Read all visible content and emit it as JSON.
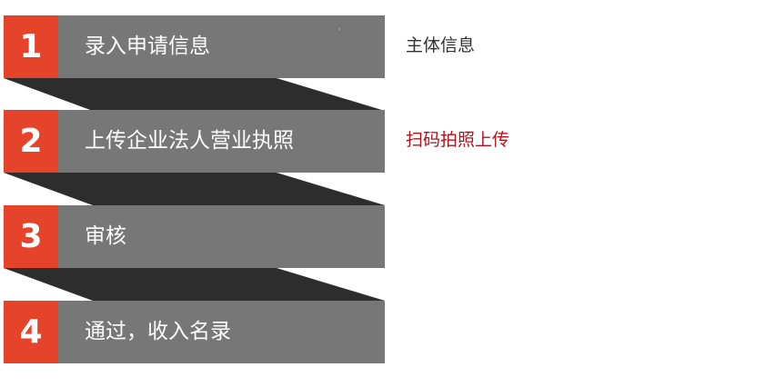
{
  "steps": [
    {
      "number": "1",
      "label": "录入申请信息",
      "note": "主体信息"
    },
    {
      "number": "2",
      "label": "上传企业法人营业执照",
      "note": "扫码拍照上传"
    },
    {
      "number": "3",
      "label": "审核",
      "note": ""
    },
    {
      "number": "4",
      "label": "通过，收入名录",
      "note": ""
    }
  ],
  "colors": {
    "number_block": "#e6442a",
    "step_bar": "#777777",
    "fold": "#2d2d2d",
    "note_default": "#333333",
    "note_highlight": "#b3121c"
  }
}
